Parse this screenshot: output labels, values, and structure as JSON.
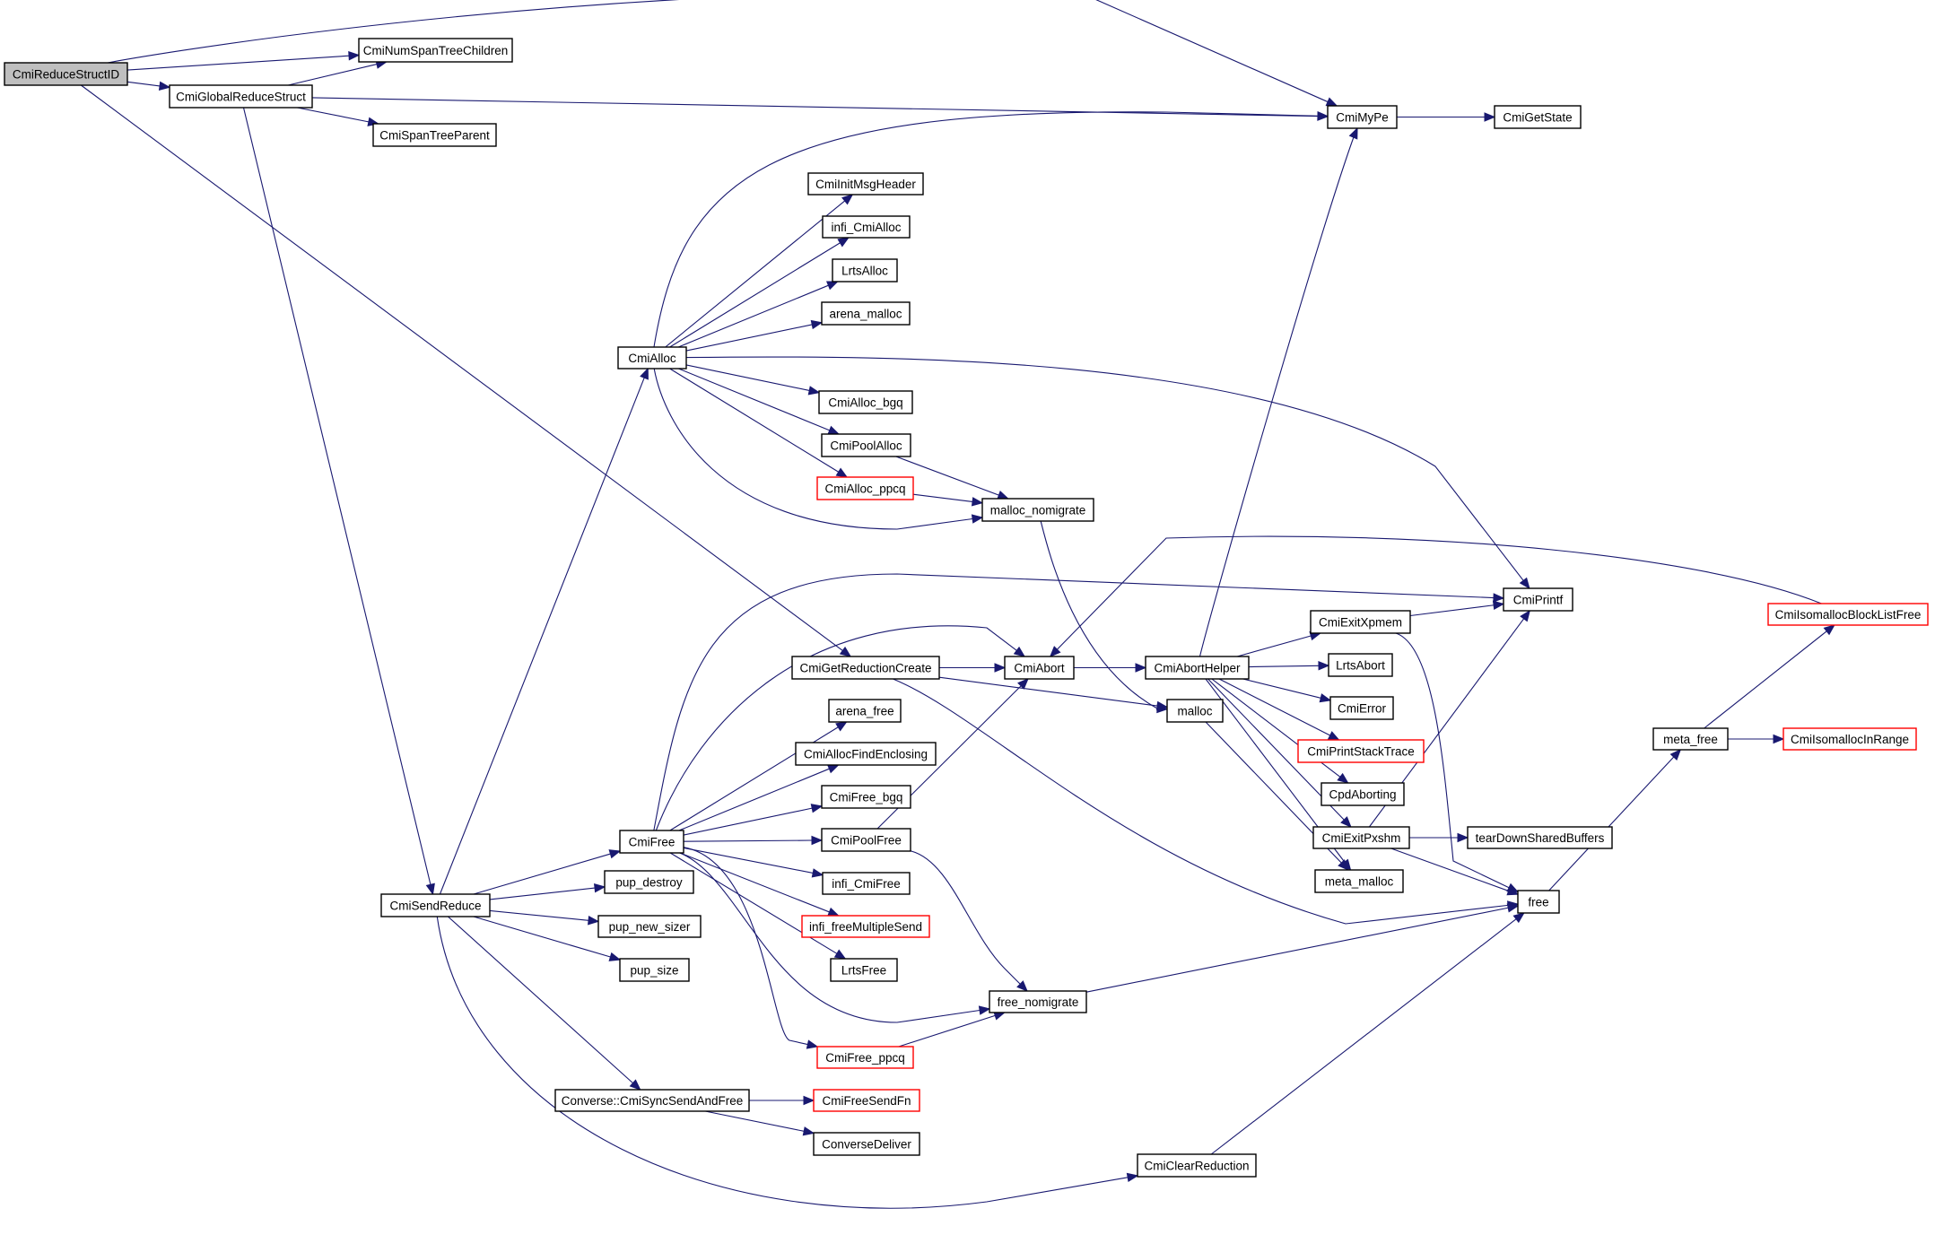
{
  "graph": {
    "title": "CmiReduceStructID call graph",
    "colors": {
      "edge": "#191970",
      "node_border": "#000000",
      "truncated_node_border": "#ff0000",
      "root_fill": "#bfbfbf",
      "node_fill": "#ffffff"
    },
    "nodes": [
      {
        "id": "CmiReduceStructID",
        "label": "CmiReduceStructID",
        "style": "root"
      },
      {
        "id": "CmiNumSpanTreeChildren",
        "label": "CmiNumSpanTreeChildren",
        "style": "normal"
      },
      {
        "id": "CmiGlobalReduceStruct",
        "label": "CmiGlobalReduceStruct",
        "style": "normal"
      },
      {
        "id": "CmiSpanTreeParent",
        "label": "CmiSpanTreeParent",
        "style": "normal"
      },
      {
        "id": "CmiMyPe",
        "label": "CmiMyPe",
        "style": "normal"
      },
      {
        "id": "CmiGetState",
        "label": "CmiGetState",
        "style": "normal"
      },
      {
        "id": "CmiInitMsgHeader",
        "label": "CmiInitMsgHeader",
        "style": "normal"
      },
      {
        "id": "infi_CmiAlloc",
        "label": "infi_CmiAlloc",
        "style": "normal"
      },
      {
        "id": "LrtsAlloc",
        "label": "LrtsAlloc",
        "style": "normal"
      },
      {
        "id": "arena_malloc",
        "label": "arena_malloc",
        "style": "normal"
      },
      {
        "id": "CmiAlloc",
        "label": "CmiAlloc",
        "style": "normal"
      },
      {
        "id": "CmiAlloc_bgq",
        "label": "CmiAlloc_bgq",
        "style": "normal"
      },
      {
        "id": "CmiPoolAlloc",
        "label": "CmiPoolAlloc",
        "style": "normal"
      },
      {
        "id": "CmiAlloc_ppcq",
        "label": "CmiAlloc_ppcq",
        "style": "red"
      },
      {
        "id": "malloc_nomigrate",
        "label": "malloc_nomigrate",
        "style": "normal"
      },
      {
        "id": "CmiPrintf",
        "label": "CmiPrintf",
        "style": "normal"
      },
      {
        "id": "CmiIsomallocBlockListFree",
        "label": "CmiIsomallocBlockListFree",
        "style": "red"
      },
      {
        "id": "CmiExitXpmem",
        "label": "CmiExitXpmem",
        "style": "normal"
      },
      {
        "id": "CmiGetReductionCreate",
        "label": "CmiGetReductionCreate",
        "style": "normal"
      },
      {
        "id": "CmiAbort",
        "label": "CmiAbort",
        "style": "normal"
      },
      {
        "id": "CmiAbortHelper",
        "label": "CmiAbortHelper",
        "style": "normal"
      },
      {
        "id": "LrtsAbort",
        "label": "LrtsAbort",
        "style": "normal"
      },
      {
        "id": "CmiError",
        "label": "CmiError",
        "style": "normal"
      },
      {
        "id": "arena_free",
        "label": "arena_free",
        "style": "normal"
      },
      {
        "id": "malloc",
        "label": "malloc",
        "style": "normal"
      },
      {
        "id": "CmiPrintStackTrace",
        "label": "CmiPrintStackTrace",
        "style": "red"
      },
      {
        "id": "CmiAllocFindEnclosing",
        "label": "CmiAllocFindEnclosing",
        "style": "normal"
      },
      {
        "id": "meta_free",
        "label": "meta_free",
        "style": "normal"
      },
      {
        "id": "CmiIsomallocInRange",
        "label": "CmiIsomallocInRange",
        "style": "red"
      },
      {
        "id": "CmiFree_bgq",
        "label": "CmiFree_bgq",
        "style": "normal"
      },
      {
        "id": "CpdAborting",
        "label": "CpdAborting",
        "style": "normal"
      },
      {
        "id": "CmiFree",
        "label": "CmiFree",
        "style": "normal"
      },
      {
        "id": "CmiPoolFree",
        "label": "CmiPoolFree",
        "style": "normal"
      },
      {
        "id": "CmiExitPxshm",
        "label": "CmiExitPxshm",
        "style": "normal"
      },
      {
        "id": "tearDownSharedBuffers",
        "label": "tearDownSharedBuffers",
        "style": "normal"
      },
      {
        "id": "pup_destroy",
        "label": "pup_destroy",
        "style": "normal"
      },
      {
        "id": "infi_CmiFree",
        "label": "infi_CmiFree",
        "style": "normal"
      },
      {
        "id": "meta_malloc",
        "label": "meta_malloc",
        "style": "normal"
      },
      {
        "id": "CmiSendReduce",
        "label": "CmiSendReduce",
        "style": "normal"
      },
      {
        "id": "free",
        "label": "free",
        "style": "normal"
      },
      {
        "id": "pup_new_sizer",
        "label": "pup_new_sizer",
        "style": "normal"
      },
      {
        "id": "infi_freeMultipleSend",
        "label": "infi_freeMultipleSend",
        "style": "red"
      },
      {
        "id": "LrtsFree",
        "label": "LrtsFree",
        "style": "normal"
      },
      {
        "id": "pup_size",
        "label": "pup_size",
        "style": "normal"
      },
      {
        "id": "free_nomigrate",
        "label": "free_nomigrate",
        "style": "normal"
      },
      {
        "id": "CmiFree_ppcq",
        "label": "CmiFree_ppcq",
        "style": "red"
      },
      {
        "id": "Converse_CmiSyncSendAndFree",
        "label": "Converse::CmiSyncSendAndFree",
        "style": "normal"
      },
      {
        "id": "CmiFreeSendFn",
        "label": "CmiFreeSendFn",
        "style": "red"
      },
      {
        "id": "ConverseDeliver",
        "label": "ConverseDeliver",
        "style": "normal"
      },
      {
        "id": "CmiClearReduction",
        "label": "CmiClearReduction",
        "style": "normal"
      }
    ],
    "edges": [
      [
        "CmiReduceStructID",
        "CmiMyPe"
      ],
      [
        "CmiReduceStructID",
        "CmiNumSpanTreeChildren"
      ],
      [
        "CmiReduceStructID",
        "CmiGlobalReduceStruct"
      ],
      [
        "CmiReduceStructID",
        "CmiGetReductionCreate"
      ],
      [
        "CmiGlobalReduceStruct",
        "CmiNumSpanTreeChildren"
      ],
      [
        "CmiGlobalReduceStruct",
        "CmiMyPe"
      ],
      [
        "CmiGlobalReduceStruct",
        "CmiSpanTreeParent"
      ],
      [
        "CmiGlobalReduceStruct",
        "CmiSendReduce"
      ],
      [
        "CmiMyPe",
        "CmiGetState"
      ],
      [
        "CmiAlloc",
        "CmiMyPe"
      ],
      [
        "CmiAlloc",
        "CmiInitMsgHeader"
      ],
      [
        "CmiAlloc",
        "infi_CmiAlloc"
      ],
      [
        "CmiAlloc",
        "LrtsAlloc"
      ],
      [
        "CmiAlloc",
        "arena_malloc"
      ],
      [
        "CmiAlloc",
        "CmiPrintf"
      ],
      [
        "CmiAlloc",
        "CmiAlloc_bgq"
      ],
      [
        "CmiAlloc",
        "CmiPoolAlloc"
      ],
      [
        "CmiAlloc",
        "CmiAlloc_ppcq"
      ],
      [
        "CmiAlloc",
        "malloc_nomigrate"
      ],
      [
        "CmiPoolAlloc",
        "malloc_nomigrate"
      ],
      [
        "CmiAlloc_ppcq",
        "malloc_nomigrate"
      ],
      [
        "malloc_nomigrate",
        "malloc"
      ],
      [
        "CmiGetReductionCreate",
        "CmiAbort"
      ],
      [
        "CmiGetReductionCreate",
        "malloc"
      ],
      [
        "CmiGetReductionCreate",
        "free"
      ],
      [
        "CmiAbort",
        "CmiAbortHelper"
      ],
      [
        "CmiAbortHelper",
        "CmiMyPe"
      ],
      [
        "CmiAbortHelper",
        "CmiExitXpmem"
      ],
      [
        "CmiAbortHelper",
        "LrtsAbort"
      ],
      [
        "CmiAbortHelper",
        "CmiError"
      ],
      [
        "CmiAbortHelper",
        "CmiPrintStackTrace"
      ],
      [
        "CmiAbortHelper",
        "CpdAborting"
      ],
      [
        "CmiAbortHelper",
        "CmiExitPxshm"
      ],
      [
        "CmiAbortHelper",
        "meta_malloc"
      ],
      [
        "CmiExitXpmem",
        "CmiPrintf"
      ],
      [
        "CmiExitXpmem",
        "free"
      ],
      [
        "CmiExitPxshm",
        "CmiPrintf"
      ],
      [
        "CmiExitPxshm",
        "tearDownSharedBuffers"
      ],
      [
        "CmiExitPxshm",
        "free"
      ],
      [
        "malloc",
        "meta_malloc"
      ],
      [
        "CmiIsomallocBlockListFree",
        "CmiAbort"
      ],
      [
        "meta_free",
        "CmiIsomallocBlockListFree"
      ],
      [
        "meta_free",
        "CmiIsomallocInRange"
      ],
      [
        "free",
        "meta_free"
      ],
      [
        "CmiSendReduce",
        "CmiAlloc"
      ],
      [
        "CmiSendReduce",
        "CmiFree"
      ],
      [
        "CmiSendReduce",
        "pup_destroy"
      ],
      [
        "CmiSendReduce",
        "pup_new_sizer"
      ],
      [
        "CmiSendReduce",
        "pup_size"
      ],
      [
        "CmiSendReduce",
        "Converse_CmiSyncSendAndFree"
      ],
      [
        "CmiSendReduce",
        "CmiClearReduction"
      ],
      [
        "CmiFree",
        "CmiPrintf"
      ],
      [
        "CmiFree",
        "CmiAbort"
      ],
      [
        "CmiFree",
        "arena_free"
      ],
      [
        "CmiFree",
        "CmiAllocFindEnclosing"
      ],
      [
        "CmiFree",
        "CmiFree_bgq"
      ],
      [
        "CmiFree",
        "CmiPoolFree"
      ],
      [
        "CmiFree",
        "infi_CmiFree"
      ],
      [
        "CmiFree",
        "infi_freeMultipleSend"
      ],
      [
        "CmiFree",
        "LrtsFree"
      ],
      [
        "CmiFree",
        "free_nomigrate"
      ],
      [
        "CmiFree",
        "CmiFree_ppcq"
      ],
      [
        "CmiPoolFree",
        "CmiAbort"
      ],
      [
        "CmiPoolFree",
        "free_nomigrate"
      ],
      [
        "CmiFree_ppcq",
        "free_nomigrate"
      ],
      [
        "free_nomigrate",
        "free"
      ],
      [
        "Converse_CmiSyncSendAndFree",
        "CmiFreeSendFn"
      ],
      [
        "Converse_CmiSyncSendAndFree",
        "ConverseDeliver"
      ],
      [
        "CmiClearReduction",
        "free"
      ]
    ]
  }
}
